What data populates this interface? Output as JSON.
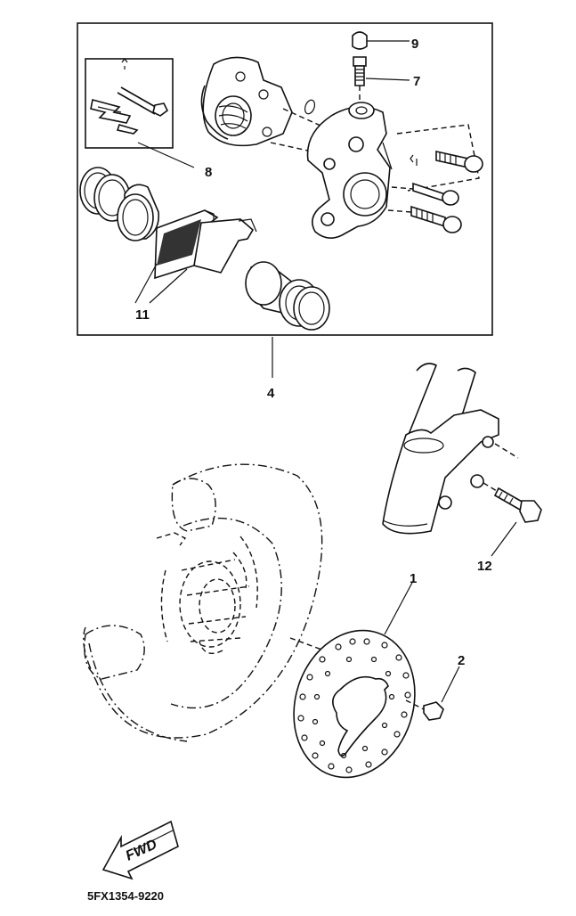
{
  "diagram": {
    "callouts": [
      {
        "id": "1",
        "text": "1"
      },
      {
        "id": "2",
        "text": "2"
      },
      {
        "id": "4",
        "text": "4"
      },
      {
        "id": "7",
        "text": "7"
      },
      {
        "id": "8",
        "text": "8"
      },
      {
        "id": "9",
        "text": "9"
      },
      {
        "id": "11",
        "text": "11"
      },
      {
        "id": "12",
        "text": "12"
      }
    ],
    "fwd_label": "FWD",
    "diagram_code": "5FX1354-9220"
  }
}
